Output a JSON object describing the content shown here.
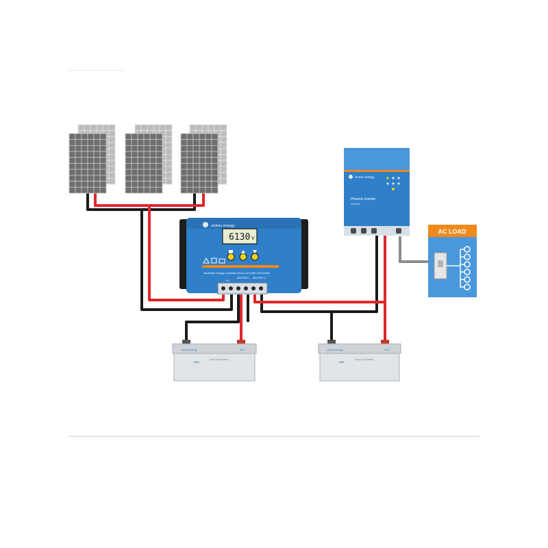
{
  "controller": {
    "brand": "victron energy",
    "display_reading": "6130",
    "display_unit": "V",
    "model_label": "BlueSolar Charge Controller DUO-LCD-USB 12/24V/20A",
    "terminal_labels": [
      "PV",
      "BATTERY 1",
      "BATTERY 2"
    ]
  },
  "inverter": {
    "brand": "victron energy",
    "name": "Phoenix Inverter",
    "model": "12/1200"
  },
  "ac_load": {
    "title": "AC LOAD"
  },
  "batteries": [
    {
      "brand": "victron energy",
      "type": "GEL",
      "rating": "12V",
      "label": "Deep Cycle Battery"
    },
    {
      "brand": "victron energy",
      "type": "GEL",
      "rating": "12V",
      "label": "Deep Cycle Battery"
    }
  ],
  "colors": {
    "positive_wire": "#e0262b",
    "negative_wire": "#1a1a1a",
    "ac_wire": "#8c8c8c",
    "device_blue": "#2f7fc9",
    "ac_load_orange": "#f08a1c"
  }
}
